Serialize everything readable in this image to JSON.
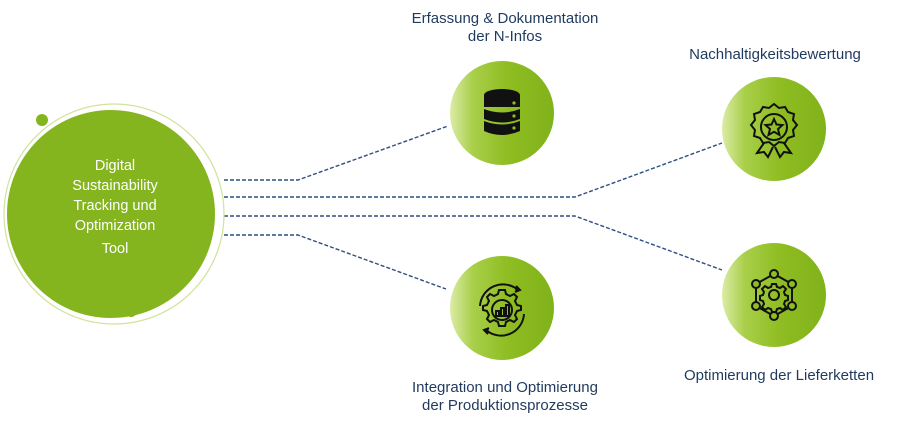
{
  "hub": {
    "title_lines": [
      "Digital",
      "Sustainability",
      "Tracking und",
      "Optimization",
      "Tool"
    ],
    "color": "#84b41e",
    "ring_color": "#cfe39a"
  },
  "nodes": [
    {
      "id": "erfassung",
      "label_lines": [
        "Erfassung & Dokumentation",
        "der N-Infos"
      ],
      "icon": "database-icon"
    },
    {
      "id": "bewertung",
      "label_lines": [
        "Nachhaltigkeitsbewertung"
      ],
      "icon": "award-badge-icon"
    },
    {
      "id": "integration",
      "label_lines": [
        "Integration und Optimierung",
        "der Produktionsprozesse"
      ],
      "icon": "gear-chart-cycle-icon"
    },
    {
      "id": "lieferketten",
      "label_lines": [
        "Optimierung der Lieferketten"
      ],
      "icon": "network-gear-icon"
    }
  ],
  "colors": {
    "connector": "#2f4f7f",
    "label_text": "#1f3a5f",
    "icon_stroke": "#111111"
  }
}
